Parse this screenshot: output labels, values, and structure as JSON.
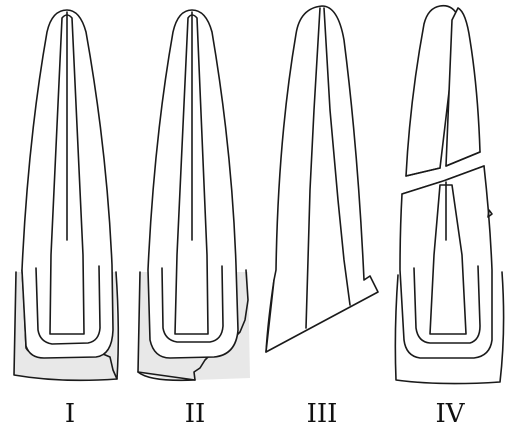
{
  "labels": {
    "fig1": "I",
    "fig2": "II",
    "fig3": "III",
    "fig4": "IV"
  },
  "colors": {
    "ink": "#1a1a1a",
    "stipple": "#e8e8e8",
    "background": "#ffffff"
  }
}
